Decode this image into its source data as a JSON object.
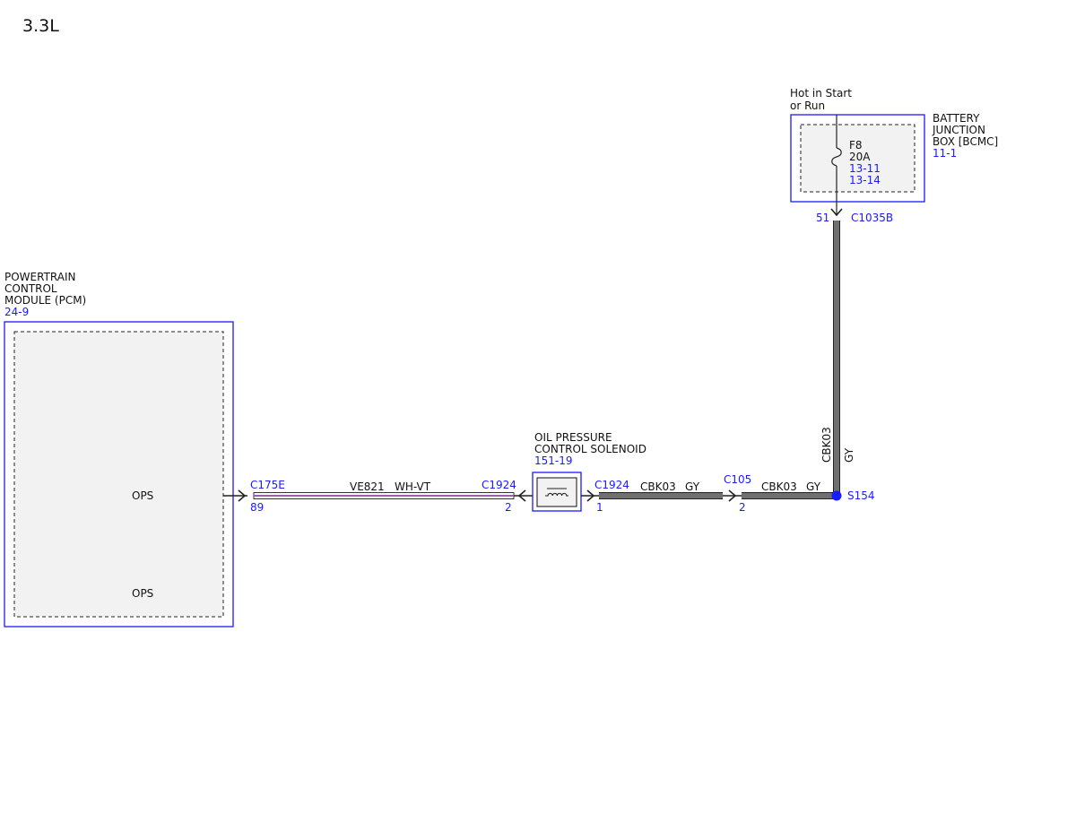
{
  "engine_label": "3.3L",
  "colors": {
    "accent_blue": "#1a1aff",
    "wire_gray": "#707070",
    "wire_white": "#ffffff",
    "wire_violet": "#9a5fb0",
    "module_fill": "#f2f2f2"
  },
  "power_source": {
    "label_line1": "Hot in Start",
    "label_line2": "or Run"
  },
  "bjb": {
    "name_line1": "BATTERY",
    "name_line2": "JUNCTION",
    "name_line3": "BOX [BCMC]",
    "ref": "11-1",
    "fuse_id": "F8",
    "fuse_rating": "20A",
    "fuse_ref1": "13-11",
    "fuse_ref2": "13-14",
    "connector": "C1035B",
    "pin": "51"
  },
  "pcm": {
    "name_line1": "POWERTRAIN",
    "name_line2": "CONTROL",
    "name_line3": "MODULE (PCM)",
    "ref": "24-9",
    "pin_label_upper": "OPS",
    "pin_label_lower": "OPS",
    "connector": "C175E",
    "pin": "89"
  },
  "solenoid": {
    "name_line1": "OIL PRESSURE",
    "name_line2": "CONTROL SOLENOID",
    "ref": "151-19",
    "left_connector": "C1924",
    "left_pin": "2",
    "right_connector": "C1924",
    "right_pin": "1"
  },
  "wires": {
    "pcm_wire_circuit": "VE821",
    "pcm_wire_color": "WH-VT",
    "sol_wire_circuit": "CBK03",
    "sol_wire_color": "GY",
    "inline_connector": "C105",
    "inline_pin": "2",
    "splice_wire_circuit": "CBK03",
    "splice_wire_color": "GY",
    "vertical_wire_circuit": "CBK03",
    "vertical_wire_color": "GY",
    "splice": "S154"
  }
}
